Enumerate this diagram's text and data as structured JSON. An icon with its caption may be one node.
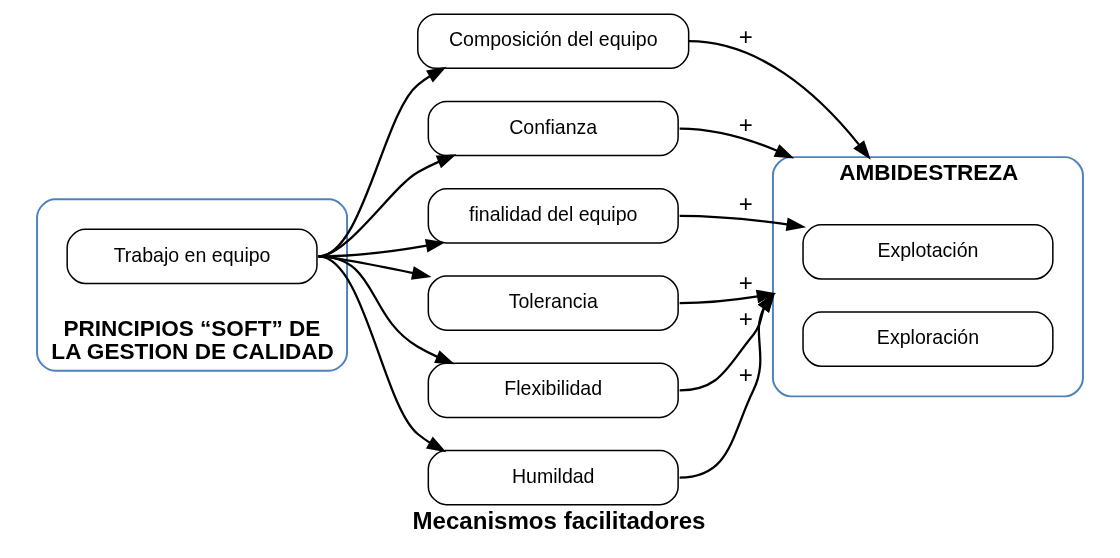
{
  "diagram": {
    "caption": "Mecanismos facilitadores",
    "nodes": [
      {
        "text": [
          "PRINCIPIOS “SOFT” DE LA GESTION DE CALIDAD"
        ]
      },
      {
        "text": [
          "Trabajo en equipo"
        ],
        "in": 0
      },
      {
        "text": [
          "Composición del equipo"
        ]
      },
      {
        "text": [
          "Confianza"
        ]
      },
      {
        "text": [
          "finalidad del equipo"
        ]
      },
      {
        "text": [
          "Tolerancia"
        ]
      },
      {
        "text": [
          "Flexibilidad"
        ]
      },
      {
        "text": [
          "Humildad"
        ]
      },
      {
        "text": [
          "AMBIDESTREZA"
        ]
      },
      {
        "text": [
          "Explotación"
        ],
        "in": 8
      },
      {
        "text": [
          "Exploración"
        ],
        "in": 8
      }
    ],
    "edges": [
      {
        "from": 1,
        "to": 2,
        "arrow": "to"
      },
      {
        "from": 1,
        "to": 3,
        "arrow": "to"
      },
      {
        "from": 1,
        "to": 4,
        "arrow": "to"
      },
      {
        "from": 1,
        "to": 5,
        "arrow": "to"
      },
      {
        "from": 1,
        "to": 6,
        "arrow": "to"
      },
      {
        "from": 1,
        "to": 7,
        "arrow": "to"
      },
      {
        "from": 2,
        "to": 8,
        "arrow": "to",
        "label": "+"
      },
      {
        "from": 3,
        "to": 8,
        "arrow": "to",
        "label": "+"
      },
      {
        "from": 4,
        "to": 9,
        "arrow": "to",
        "label": "+"
      },
      {
        "from": 5,
        "to": 8,
        "arrow": "to",
        "label": "+"
      },
      {
        "from": 6,
        "to": 8,
        "arrow": "to",
        "label": "+"
      },
      {
        "from": 7,
        "to": 8,
        "arrow": "to",
        "label": "+"
      }
    ]
  }
}
